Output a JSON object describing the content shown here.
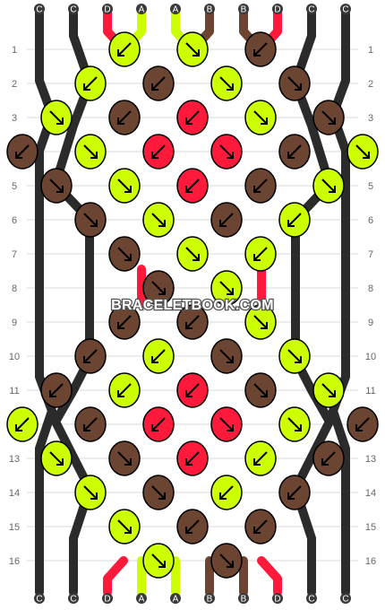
{
  "watermark": "BRACELETBOOK.COM",
  "colors": {
    "C": "#2b2b2b",
    "D": "#ff1a3c",
    "A": "#ccff00",
    "B": "#6b4532",
    "grid": "#d8d8d8",
    "outline": "#000000",
    "row_number": "#666666"
  },
  "strings_top": [
    "C",
    "C",
    "D",
    "A",
    "A",
    "B",
    "B",
    "D",
    "C",
    "C"
  ],
  "strings_bottom": [
    "C",
    "C",
    "D",
    "A",
    "A",
    "B",
    "B",
    "D",
    "C",
    "C"
  ],
  "row_numbers": [
    "1",
    "2",
    "3",
    "4",
    "5",
    "6",
    "7",
    "8",
    "9",
    "10",
    "11",
    "12",
    "13",
    "14",
    "15",
    "16"
  ],
  "knots": [
    {
      "row": 1,
      "items": [
        {
          "color": "A",
          "dir": "bl"
        },
        {
          "color": "A",
          "dir": "br"
        },
        {
          "color": "B",
          "dir": "bl"
        }
      ]
    },
    {
      "row": 2,
      "items": [
        {
          "color": "A",
          "dir": "bl"
        },
        {
          "color": "B",
          "dir": "bl"
        },
        {
          "color": "A",
          "dir": "br"
        },
        {
          "color": "B",
          "dir": "br"
        }
      ]
    },
    {
      "row": 3,
      "items": [
        {
          "color": "A",
          "dir": "br"
        },
        {
          "color": "B",
          "dir": "bl"
        },
        {
          "color": "D",
          "dir": "bl"
        },
        {
          "color": "A",
          "dir": "br"
        },
        {
          "color": "B",
          "dir": "br"
        }
      ]
    },
    {
      "row": 4,
      "items": [
        {
          "color": "B",
          "dir": "bl"
        },
        {
          "color": "A",
          "dir": "br"
        },
        {
          "color": "D",
          "dir": "bl"
        },
        {
          "color": "D",
          "dir": "br"
        },
        {
          "color": "B",
          "dir": "bl"
        },
        {
          "color": "A",
          "dir": "br"
        }
      ]
    },
    {
      "row": 5,
      "items": [
        {
          "color": "B",
          "dir": "br"
        },
        {
          "color": "A",
          "dir": "br"
        },
        {
          "color": "D",
          "dir": "bl"
        },
        {
          "color": "B",
          "dir": "bl"
        },
        {
          "color": "A",
          "dir": "br"
        }
      ]
    },
    {
      "row": 6,
      "items": [
        {
          "color": "B",
          "dir": "br"
        },
        {
          "color": "A",
          "dir": "br"
        },
        {
          "color": "B",
          "dir": "bl"
        },
        {
          "color": "A",
          "dir": "bl"
        }
      ]
    },
    {
      "row": 7,
      "items": [
        {
          "color": "B",
          "dir": "br"
        },
        {
          "color": "A",
          "dir": "br"
        },
        {
          "color": "A",
          "dir": "bl"
        }
      ]
    },
    {
      "row": 8,
      "items": [
        {
          "color": "B",
          "dir": "br"
        },
        {
          "color": "A",
          "dir": "br"
        }
      ]
    },
    {
      "row": 9,
      "items": [
        {
          "color": "B",
          "dir": "bl"
        },
        {
          "color": "B",
          "dir": "bl"
        },
        {
          "color": "A",
          "dir": "br"
        }
      ]
    },
    {
      "row": 10,
      "items": [
        {
          "color": "B",
          "dir": "bl"
        },
        {
          "color": "A",
          "dir": "bl"
        },
        {
          "color": "B",
          "dir": "br"
        },
        {
          "color": "A",
          "dir": "br"
        }
      ]
    },
    {
      "row": 11,
      "items": [
        {
          "color": "B",
          "dir": "bl"
        },
        {
          "color": "A",
          "dir": "bl"
        },
        {
          "color": "D",
          "dir": "bl"
        },
        {
          "color": "B",
          "dir": "br"
        },
        {
          "color": "A",
          "dir": "br"
        }
      ]
    },
    {
      "row": 12,
      "items": [
        {
          "color": "A",
          "dir": "bl"
        },
        {
          "color": "B",
          "dir": "bl"
        },
        {
          "color": "D",
          "dir": "bl"
        },
        {
          "color": "D",
          "dir": "br"
        },
        {
          "color": "A",
          "dir": "br"
        },
        {
          "color": "B",
          "dir": "bl"
        }
      ]
    },
    {
      "row": 13,
      "items": [
        {
          "color": "A",
          "dir": "br"
        },
        {
          "color": "B",
          "dir": "br"
        },
        {
          "color": "D",
          "dir": "bl"
        },
        {
          "color": "A",
          "dir": "bl"
        },
        {
          "color": "B",
          "dir": "bl"
        }
      ]
    },
    {
      "row": 14,
      "items": [
        {
          "color": "A",
          "dir": "br"
        },
        {
          "color": "B",
          "dir": "br"
        },
        {
          "color": "A",
          "dir": "bl"
        },
        {
          "color": "B",
          "dir": "bl"
        }
      ]
    },
    {
      "row": 15,
      "items": [
        {
          "color": "A",
          "dir": "br"
        },
        {
          "color": "B",
          "dir": "bl"
        },
        {
          "color": "B",
          "dir": "bl"
        }
      ]
    },
    {
      "row": 16,
      "items": [
        {
          "color": "A",
          "dir": "br"
        },
        {
          "color": "B",
          "dir": "br"
        }
      ]
    }
  ]
}
